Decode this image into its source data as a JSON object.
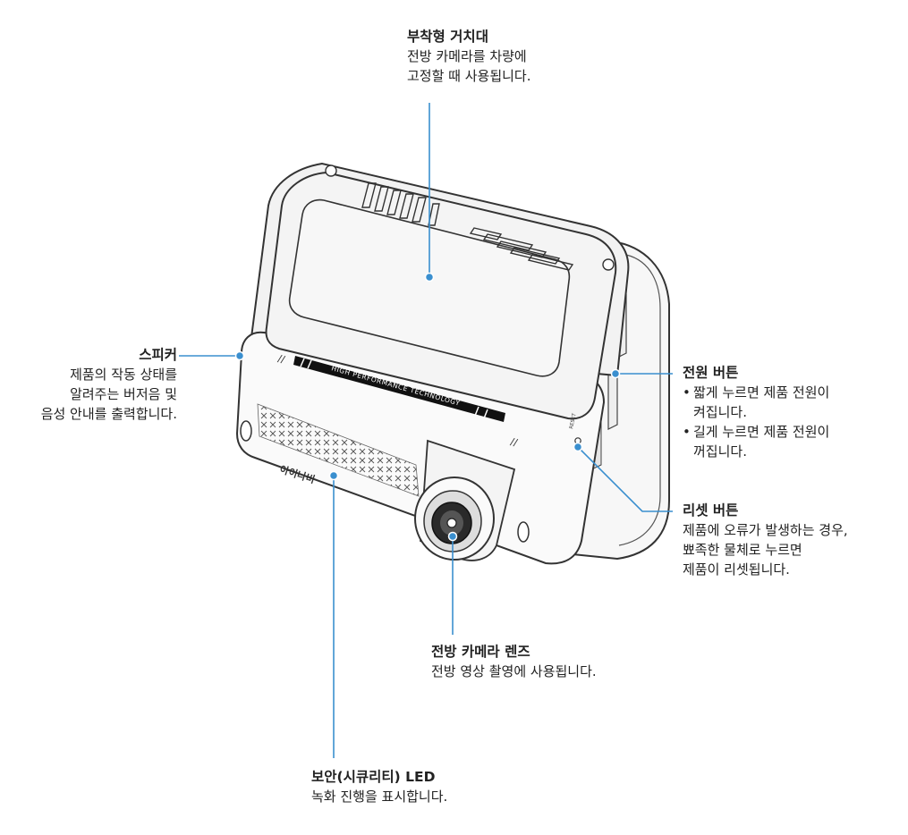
{
  "callouts": {
    "mount": {
      "title": "부착형 거치대",
      "lines": [
        "전방 카메라를 차량에",
        "고정할 때 사용됩니다."
      ]
    },
    "speaker": {
      "title": "스피커",
      "lines": [
        "제품의 작동 상태를",
        "알려주는 버저음 및",
        "음성 안내를 출력합니다."
      ]
    },
    "power": {
      "title": "전원 버튼",
      "bullets": [
        [
          "짧게 누르면 제품 전원이",
          "켜집니다."
        ],
        [
          "길게 누르면 제품 전원이",
          "꺼집니다."
        ]
      ]
    },
    "reset": {
      "title": "리셋 버튼",
      "lines": [
        "제품에 오류가 발생하는 경우,",
        "뾰족한 물체로 누르면",
        "제품이 리셋됩니다."
      ]
    },
    "lens": {
      "title": "전방 카메라 렌즈",
      "lines": [
        "전방 영상 촬영에 사용됩니다."
      ]
    },
    "led": {
      "title": "보안(시큐리티) LED",
      "lines": [
        "녹화 진행을 표시합니다."
      ]
    }
  },
  "device": {
    "band_text": "HIGH PERFORMANCE TECHNOLOGY",
    "brand_text": "아이나비",
    "reset_label": "RESET"
  },
  "colors": {
    "leader": "#3a8fcf",
    "outline": "#333333",
    "text": "#222222"
  }
}
